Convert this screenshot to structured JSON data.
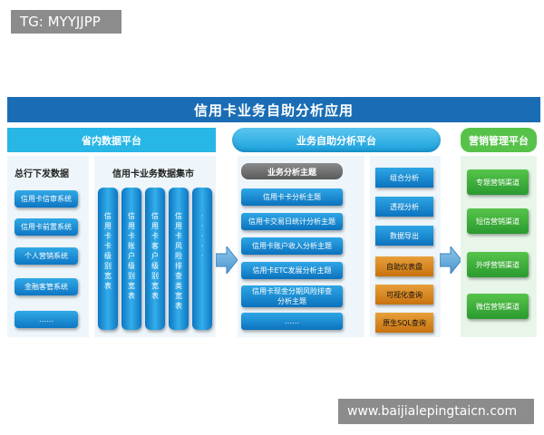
{
  "watermarks": {
    "top_left": "TG: MYYJJPP",
    "bottom_right": "www.baijialepingtaicn.com"
  },
  "title": "信用卡业务自助分析应用",
  "sections": {
    "left": "省内数据平台",
    "middle": "业务自助分析平台",
    "right": "营销管理平台"
  },
  "left_panel": {
    "label": "总行下发数据",
    "items": [
      "信用卡信审系统",
      "信用卡前置系统",
      "个人营销系统",
      "金融客管系统",
      "……"
    ]
  },
  "dataset_panel": {
    "label": "信用卡业务数据集市",
    "columns": [
      [
        "信",
        "用",
        "卡",
        "卡",
        "级",
        "别",
        "宽",
        "表"
      ],
      [
        "信",
        "用",
        "卡",
        "账",
        "户",
        "级",
        "别",
        "宽",
        "表"
      ],
      [
        "信",
        "用",
        "卡",
        "客",
        "户",
        "级",
        "别",
        "宽",
        "表"
      ],
      [
        "信",
        "用",
        "卡",
        "风",
        "险",
        "排",
        "查",
        "类",
        "宽",
        "表"
      ],
      [
        "·",
        "·",
        "·",
        "·",
        "·"
      ]
    ]
  },
  "topics": {
    "header": "业务分析主题",
    "items": [
      "信用卡卡分析主题",
      "信用卡交易日统计分析主题",
      "信用卡账户收入分析主题",
      "信用卡ETC发展分析主题",
      "信用卡现金分期风险排查\n分析主题",
      "……"
    ]
  },
  "analysis_tools": {
    "blue": [
      "组合分析",
      "透视分析",
      "数据导出"
    ],
    "orange": [
      "自助仪表盘",
      "可视化查询",
      "原生SQL查询"
    ]
  },
  "marketing_channels": [
    "专题营销渠道",
    "短信营销渠道",
    "外呼营销渠道",
    "微信营销渠道"
  ],
  "colors": {
    "title_bg": "#1a6db5",
    "section_left": "#27b6e6",
    "section_right": "#57c24a",
    "button_blue": "#0d76c3",
    "button_orange": "#d98a22",
    "button_green": "#3aa83a"
  }
}
